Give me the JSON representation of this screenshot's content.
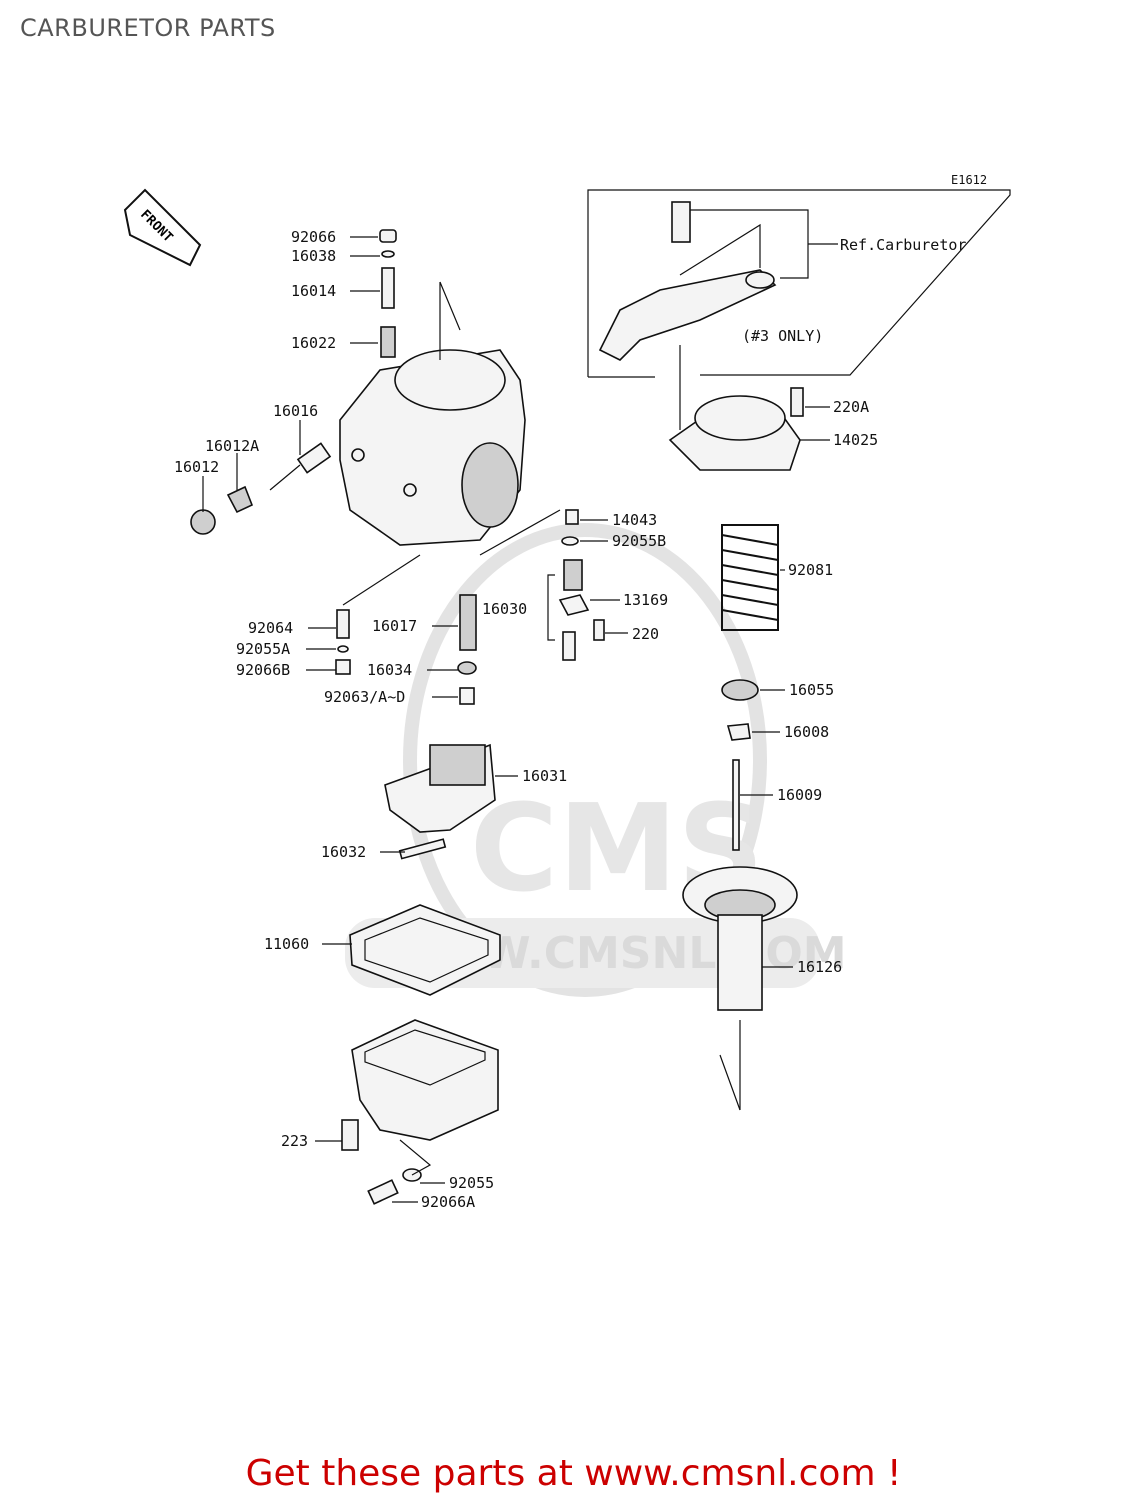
{
  "page_title": "CARBURETOR PARTS",
  "diagram_code": "E1612",
  "front_label": "FRONT",
  "ref_carburetor": "Ref.Carburetor",
  "ref_note": "(#3 ONLY)",
  "watermark": {
    "logo": "CMS",
    "url": "WWW.CMSNL.COM"
  },
  "parts": {
    "p92066": "92066",
    "p16038": "16038",
    "p16014": "16014",
    "p16022": "16022",
    "p16016": "16016",
    "p16012A": "16012A",
    "p16012": "16012",
    "p220A": "220A",
    "p14025": "14025",
    "p14043": "14043",
    "p92055B": "92055B",
    "p92081": "92081",
    "p16030": "16030",
    "p13169": "13169",
    "p220": "220",
    "p92064": "92064",
    "p16017": "16017",
    "p92055A": "92055A",
    "p92066B": "92066B",
    "p16034": "16034",
    "p92063": "92063/A~D",
    "p16055": "16055",
    "p16008": "16008",
    "p16031": "16031",
    "p16009": "16009",
    "p16032": "16032",
    "p11060": "11060",
    "p16126": "16126",
    "p223": "223",
    "p92055": "92055",
    "p92066A": "92066A"
  },
  "cta": "Get these parts at www.cmsnl.com !"
}
